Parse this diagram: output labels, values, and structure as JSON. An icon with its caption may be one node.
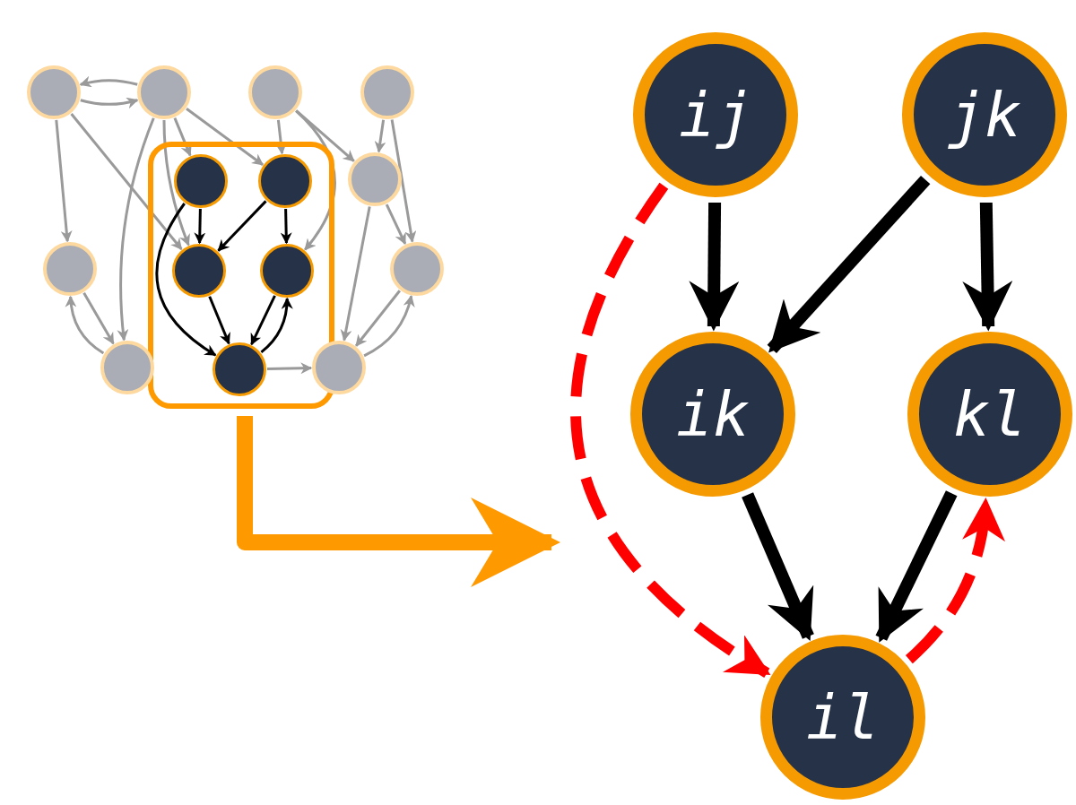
{
  "diagram": {
    "nodes": [
      {
        "text": [],
        "shape": "circle"
      },
      {
        "text": [],
        "shape": "circle"
      },
      {
        "text": [],
        "shape": "circle"
      },
      {
        "text": [],
        "shape": "circle"
      },
      {
        "text": [],
        "shape": "box"
      },
      {
        "text": [],
        "shape": "circle",
        "in": 4
      },
      {
        "text": [],
        "shape": "circle",
        "in": 4
      },
      {
        "text": [],
        "shape": "circle",
        "in": 4
      },
      {
        "text": [],
        "shape": "circle",
        "in": 4
      },
      {
        "text": [],
        "shape": "circle",
        "in": 4
      },
      {
        "text": [],
        "shape": "circle"
      },
      {
        "text": [],
        "shape": "circle"
      },
      {
        "text": [],
        "shape": "circle"
      },
      {
        "text": [],
        "shape": "circle"
      },
      {
        "text": [],
        "shape": "circle"
      },
      {
        "text": [
          "ij"
        ]
      },
      {
        "text": [
          "jk"
        ]
      },
      {
        "text": [
          "ik"
        ]
      },
      {
        "text": [
          "kl"
        ]
      },
      {
        "text": [
          "il"
        ]
      }
    ],
    "edges": [
      {
        "from": 1,
        "to": 0,
        "arrow": "to"
      },
      {
        "from": 0,
        "to": 1,
        "arrow": "to"
      },
      {
        "from": 0,
        "to": 11,
        "arrow": "to"
      },
      {
        "from": 0,
        "to": 7,
        "arrow": "to"
      },
      {
        "from": 1,
        "to": 5,
        "arrow": "to"
      },
      {
        "from": 1,
        "to": 6,
        "arrow": "to"
      },
      {
        "from": 1,
        "to": 7,
        "arrow": "to"
      },
      {
        "from": 1,
        "to": 13,
        "arrow": "to"
      },
      {
        "from": 2,
        "to": 6,
        "arrow": "to"
      },
      {
        "from": 2,
        "to": 8,
        "arrow": "to"
      },
      {
        "from": 2,
        "to": 10,
        "arrow": "to"
      },
      {
        "from": 3,
        "to": 10,
        "arrow": "to"
      },
      {
        "from": 3,
        "to": 12,
        "arrow": "to"
      },
      {
        "from": 10,
        "to": 12,
        "arrow": "to"
      },
      {
        "from": 10,
        "to": 14,
        "arrow": "to"
      },
      {
        "from": 12,
        "to": 14,
        "arrow": "to"
      },
      {
        "from": 14,
        "to": 12,
        "arrow": "to"
      },
      {
        "from": 11,
        "to": 13,
        "arrow": "to"
      },
      {
        "from": 13,
        "to": 11,
        "arrow": "to"
      },
      {
        "from": 9,
        "to": 14,
        "arrow": "to"
      },
      {
        "from": 5,
        "to": 7,
        "arrow": "to",
        "color": "#000000"
      },
      {
        "from": 6,
        "to": 7,
        "arrow": "to",
        "color": "#000000"
      },
      {
        "from": 6,
        "to": 8,
        "arrow": "to",
        "color": "#000000"
      },
      {
        "from": 5,
        "to": 9,
        "arrow": "to",
        "color": "#000000"
      },
      {
        "from": 7,
        "to": 9,
        "arrow": "to",
        "color": "#000000"
      },
      {
        "from": 8,
        "to": 9,
        "arrow": "to",
        "color": "#000000"
      },
      {
        "from": 9,
        "to": 8,
        "arrow": "to",
        "color": "#000000"
      },
      {
        "from": 4,
        "to": null,
        "arrow": "to",
        "style": "thick",
        "color": "#ff9900"
      },
      {
        "from": 15,
        "to": 17,
        "arrow": "to",
        "style": "thick",
        "color": "#000000"
      },
      {
        "from": 16,
        "to": 17,
        "arrow": "to",
        "style": "thick",
        "color": "#000000"
      },
      {
        "from": 16,
        "to": 18,
        "arrow": "to",
        "style": "thick",
        "color": "#000000"
      },
      {
        "from": 17,
        "to": 19,
        "arrow": "to",
        "style": "thick",
        "color": "#000000"
      },
      {
        "from": 18,
        "to": 19,
        "arrow": "to",
        "style": "thick",
        "color": "#000000"
      },
      {
        "from": 15,
        "to": 19,
        "arrow": "to",
        "style": "dashed",
        "color": "#ff0000"
      },
      {
        "from": 19,
        "to": 18,
        "arrow": "to",
        "style": "dashed",
        "color": "#ff0000"
      }
    ]
  }
}
